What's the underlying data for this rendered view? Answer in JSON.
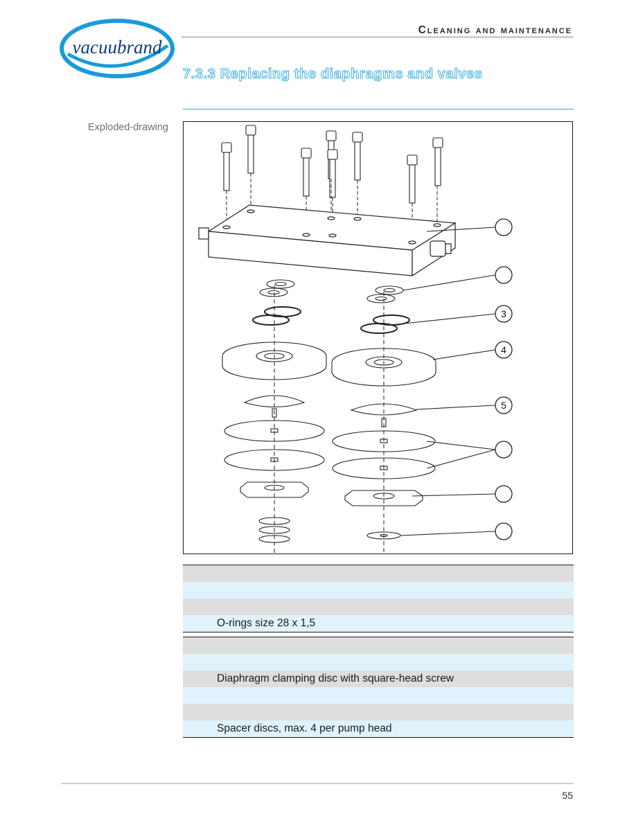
{
  "brand": {
    "logo_text": "vacuubrand"
  },
  "header": {
    "section_title": "Cleaning and maintenance"
  },
  "heading": "7.3.3   Replacing the diaphragms and valves",
  "side_label": "Exploded-drawing",
  "figure": {
    "callouts": [
      "3",
      "4",
      "5"
    ]
  },
  "legend": {
    "group1": [
      "",
      "",
      "",
      "O-rings size 28 x 1,5"
    ],
    "group2": [
      "",
      "",
      "Diaphragm clamping disc with square-head screw",
      "",
      "",
      "Spacer discs, max. 4 per pump head"
    ]
  },
  "page_number": "55",
  "colors": {
    "accent": "#3aa6dd",
    "logo_ring": "#1a9ad9",
    "logo_text": "#0c3d78"
  }
}
